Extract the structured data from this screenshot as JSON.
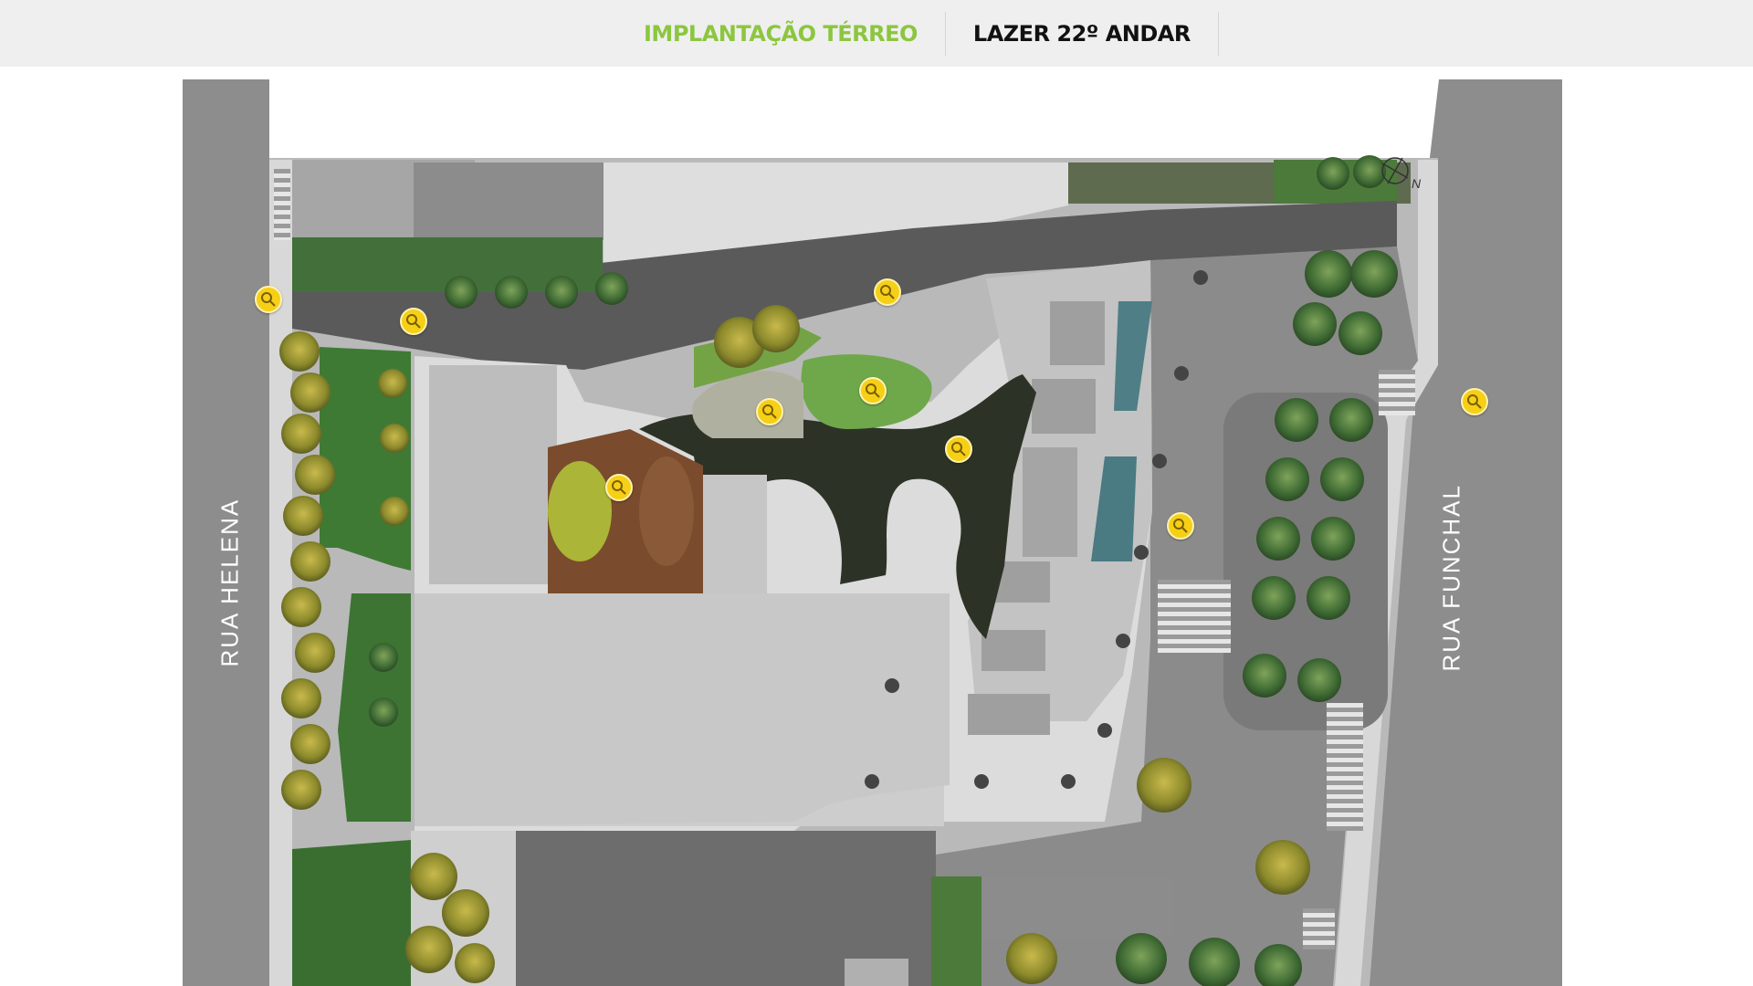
{
  "tabs": [
    {
      "label": "IMPLANTAÇÃO TÉRREO",
      "active": true
    },
    {
      "label": "LAZER 22º ANDAR",
      "active": false
    }
  ],
  "colors": {
    "accent": "#8cc63f",
    "pin": "#f6cf17",
    "street": "#8c8c8c",
    "sidewalk": "#d4d4d4",
    "driveway": "#5a5a5a",
    "building": "#cfcfcf"
  },
  "map": {
    "street_left": "RUA HELENA",
    "street_right": "RUA FUNCHAL",
    "compass_label": "N"
  },
  "pins": [
    {
      "id": "pin-1",
      "icon": "magnifier-icon"
    },
    {
      "id": "pin-2",
      "icon": "magnifier-icon"
    },
    {
      "id": "pin-3",
      "icon": "magnifier-icon"
    },
    {
      "id": "pin-4",
      "icon": "magnifier-icon"
    },
    {
      "id": "pin-5",
      "icon": "magnifier-icon"
    },
    {
      "id": "pin-6",
      "icon": "magnifier-icon"
    },
    {
      "id": "pin-7",
      "icon": "magnifier-icon"
    },
    {
      "id": "pin-8",
      "icon": "magnifier-icon"
    },
    {
      "id": "pin-9",
      "icon": "magnifier-icon"
    },
    {
      "id": "pin-10",
      "icon": "magnifier-icon"
    }
  ]
}
